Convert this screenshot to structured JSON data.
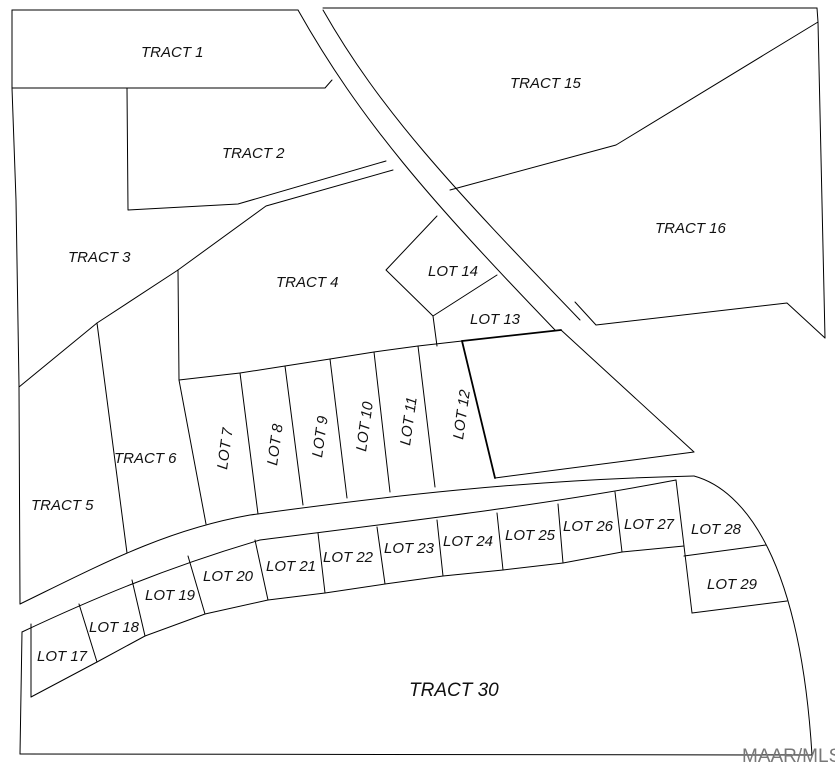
{
  "watermark": "MAAR/MLS",
  "parcels": {
    "tract_1": "TRACT 1",
    "tract_2": "TRACT 2",
    "tract_3": "TRACT 3",
    "tract_4": "TRACT 4",
    "tract_5": "TRACT 5",
    "tract_6": "TRACT 6",
    "tract_15": "TRACT 15",
    "tract_16": "TRACT 16",
    "tract_30": "TRACT 30",
    "lot_7": "LOT 7",
    "lot_8": "LOT 8",
    "lot_9": "LOT 9",
    "lot_10": "LOT 10",
    "lot_11": "LOT 11",
    "lot_12": "LOT 12",
    "lot_13": "LOT 13",
    "lot_14": "LOT 14",
    "lot_17": "LOT 17",
    "lot_18": "LOT 18",
    "lot_19": "LOT 19",
    "lot_20": "LOT 20",
    "lot_21": "LOT 21",
    "lot_22": "LOT 22",
    "lot_23": "LOT 23",
    "lot_24": "LOT 24",
    "lot_25": "LOT 25",
    "lot_26": "LOT 26",
    "lot_27": "LOT 27",
    "lot_28": "LOT 28",
    "lot_29": "LOT 29"
  }
}
